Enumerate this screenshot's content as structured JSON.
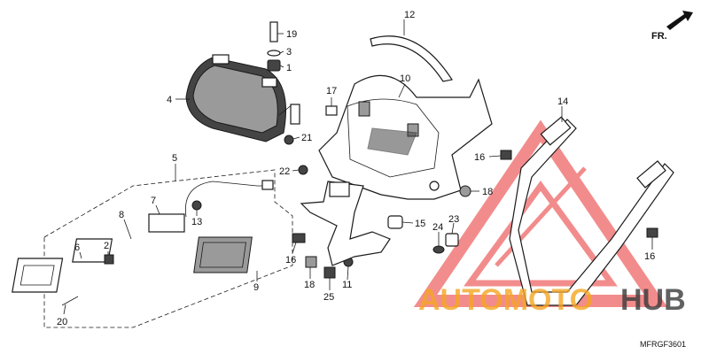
{
  "diagram": {
    "direction_label": "FR.",
    "diagram_code": "MFRGF3601",
    "callouts": [
      {
        "id": "1",
        "label": "1"
      },
      {
        "id": "2",
        "label": "2"
      },
      {
        "id": "3",
        "label": "3"
      },
      {
        "id": "4",
        "label": "4"
      },
      {
        "id": "5",
        "label": "5"
      },
      {
        "id": "6",
        "label": "6"
      },
      {
        "id": "7",
        "label": "7"
      },
      {
        "id": "8",
        "label": "8"
      },
      {
        "id": "9",
        "label": "9"
      },
      {
        "id": "10",
        "label": "10"
      },
      {
        "id": "11",
        "label": "11"
      },
      {
        "id": "12",
        "label": "12"
      },
      {
        "id": "13",
        "label": "13"
      },
      {
        "id": "14",
        "label": "14"
      },
      {
        "id": "15",
        "label": "15"
      },
      {
        "id": "16a",
        "label": "16"
      },
      {
        "id": "16b",
        "label": "16"
      },
      {
        "id": "16c",
        "label": "16"
      },
      {
        "id": "17",
        "label": "17"
      },
      {
        "id": "18a",
        "label": "18"
      },
      {
        "id": "18b",
        "label": "18"
      },
      {
        "id": "19",
        "label": "19"
      },
      {
        "id": "20",
        "label": "20"
      },
      {
        "id": "21",
        "label": "21"
      },
      {
        "id": "22",
        "label": "22"
      },
      {
        "id": "23",
        "label": "23"
      },
      {
        "id": "24",
        "label": "24"
      },
      {
        "id": "25",
        "label": "25"
      }
    ]
  },
  "watermark": {
    "text_left": "AUTOMOTO",
    "text_right": "HUB",
    "color_left": "#f5a623",
    "color_right": "#3a3a3a",
    "triangle_color": "#e83030"
  }
}
